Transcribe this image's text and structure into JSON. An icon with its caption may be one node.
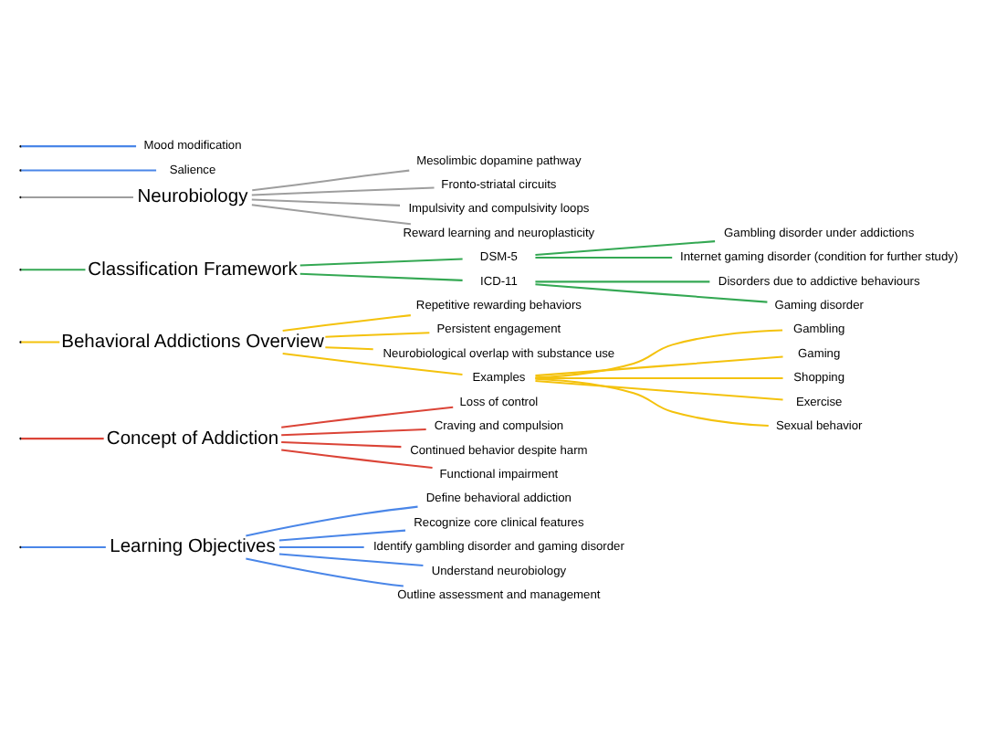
{
  "diagram": {
    "nodes": [
      {
        "text": [
          "Learning Objectives"
        ]
      },
      {
        "text": [
          "Define behavioral addiction"
        ]
      },
      {
        "text": [
          "Recognize core clinical features"
        ]
      },
      {
        "text": [
          "Identify gambling disorder and gaming disorder"
        ]
      },
      {
        "text": [
          "Understand neurobiology"
        ]
      },
      {
        "text": [
          "Outline assessment and management"
        ]
      },
      {
        "text": [
          "Concept of Addiction"
        ]
      },
      {
        "text": [
          "Loss of control"
        ]
      },
      {
        "text": [
          "Craving and compulsion"
        ]
      },
      {
        "text": [
          "Continued behavior despite harm"
        ]
      },
      {
        "text": [
          "Functional impairment"
        ]
      },
      {
        "text": [
          "Behavioral Addictions Overview"
        ]
      },
      {
        "text": [
          "Repetitive rewarding behaviors"
        ]
      },
      {
        "text": [
          "Persistent engagement"
        ]
      },
      {
        "text": [
          "Neurobiological overlap with substance use"
        ]
      },
      {
        "text": [
          "Examples"
        ]
      },
      {
        "text": [
          "Gambling"
        ]
      },
      {
        "text": [
          "Gaming"
        ]
      },
      {
        "text": [
          "Shopping"
        ]
      },
      {
        "text": [
          "Exercise"
        ]
      },
      {
        "text": [
          "Sexual behavior"
        ]
      },
      {
        "text": [
          "Classification Framework"
        ]
      },
      {
        "text": [
          "DSM-5"
        ]
      },
      {
        "text": [
          "Gambling disorder under addictions"
        ]
      },
      {
        "text": [
          "Internet gaming disorder (condition for further study)"
        ]
      },
      {
        "text": [
          "ICD-11"
        ]
      },
      {
        "text": [
          "Disorders due to addictive behaviours"
        ]
      },
      {
        "text": [
          "Gaming disorder"
        ]
      },
      {
        "text": [
          "Neurobiology"
        ]
      },
      {
        "text": [
          "Mesolimbic dopamine pathway"
        ]
      },
      {
        "text": [
          "Fronto-striatal circuits"
        ]
      },
      {
        "text": [
          "Impulsivity and compulsivity loops"
        ]
      },
      {
        "text": [
          "Reward learning and neuroplasticity"
        ]
      },
      {
        "text": [
          "Salience"
        ]
      },
      {
        "text": [
          "Mood modification"
        ]
      }
    ],
    "edges": [
      {
        "from": null,
        "to": 0,
        "arrow": "none",
        "color": "#4a86e8"
      },
      {
        "from": 0,
        "to": 1,
        "arrow": "none",
        "color": "#4a86e8"
      },
      {
        "from": 0,
        "to": 2,
        "arrow": "none",
        "color": "#4a86e8"
      },
      {
        "from": 0,
        "to": 3,
        "arrow": "none",
        "color": "#4a86e8"
      },
      {
        "from": 0,
        "to": 4,
        "arrow": "none",
        "color": "#4a86e8"
      },
      {
        "from": 0,
        "to": 5,
        "arrow": "none",
        "color": "#4a86e8"
      },
      {
        "from": null,
        "to": 6,
        "arrow": "none",
        "color": "#db4437"
      },
      {
        "from": 6,
        "to": 7,
        "arrow": "none",
        "color": "#db4437"
      },
      {
        "from": 6,
        "to": 8,
        "arrow": "none",
        "color": "#db4437"
      },
      {
        "from": 6,
        "to": 9,
        "arrow": "none",
        "color": "#db4437"
      },
      {
        "from": 6,
        "to": 10,
        "arrow": "none",
        "color": "#db4437"
      },
      {
        "from": null,
        "to": 11,
        "arrow": "none",
        "color": "#f4c20d"
      },
      {
        "from": 11,
        "to": 12,
        "arrow": "none",
        "color": "#f4c20d"
      },
      {
        "from": 11,
        "to": 13,
        "arrow": "none",
        "color": "#f4c20d"
      },
      {
        "from": 11,
        "to": 14,
        "arrow": "none",
        "color": "#f4c20d"
      },
      {
        "from": 11,
        "to": 15,
        "arrow": "none",
        "color": "#f4c20d"
      },
      {
        "from": 15,
        "to": 16,
        "arrow": "none",
        "color": "#f4c20d"
      },
      {
        "from": 15,
        "to": 17,
        "arrow": "none",
        "color": "#f4c20d"
      },
      {
        "from": 15,
        "to": 18,
        "arrow": "none",
        "color": "#f4c20d"
      },
      {
        "from": 15,
        "to": 19,
        "arrow": "none",
        "color": "#f4c20d"
      },
      {
        "from": 15,
        "to": 20,
        "arrow": "none",
        "color": "#f4c20d"
      },
      {
        "from": null,
        "to": 21,
        "arrow": "none",
        "color": "#34a853"
      },
      {
        "from": 21,
        "to": 22,
        "arrow": "none",
        "color": "#34a853"
      },
      {
        "from": 22,
        "to": 23,
        "arrow": "none",
        "color": "#34a853"
      },
      {
        "from": 22,
        "to": 24,
        "arrow": "none",
        "color": "#34a853"
      },
      {
        "from": 21,
        "to": 25,
        "arrow": "none",
        "color": "#34a853"
      },
      {
        "from": 25,
        "to": 26,
        "arrow": "none",
        "color": "#34a853"
      },
      {
        "from": 25,
        "to": 27,
        "arrow": "none",
        "color": "#34a853"
      },
      {
        "from": null,
        "to": 28,
        "arrow": "none",
        "color": "#9e9e9e"
      },
      {
        "from": 28,
        "to": 29,
        "arrow": "none",
        "color": "#9e9e9e"
      },
      {
        "from": 28,
        "to": 30,
        "arrow": "none",
        "color": "#9e9e9e"
      },
      {
        "from": 28,
        "to": 31,
        "arrow": "none",
        "color": "#9e9e9e"
      },
      {
        "from": 28,
        "to": 32,
        "arrow": "none",
        "color": "#9e9e9e"
      },
      {
        "from": null,
        "to": 33,
        "arrow": "none",
        "color": "#4a86e8"
      },
      {
        "from": null,
        "to": 34,
        "arrow": "none",
        "color": "#4a86e8"
      }
    ]
  }
}
